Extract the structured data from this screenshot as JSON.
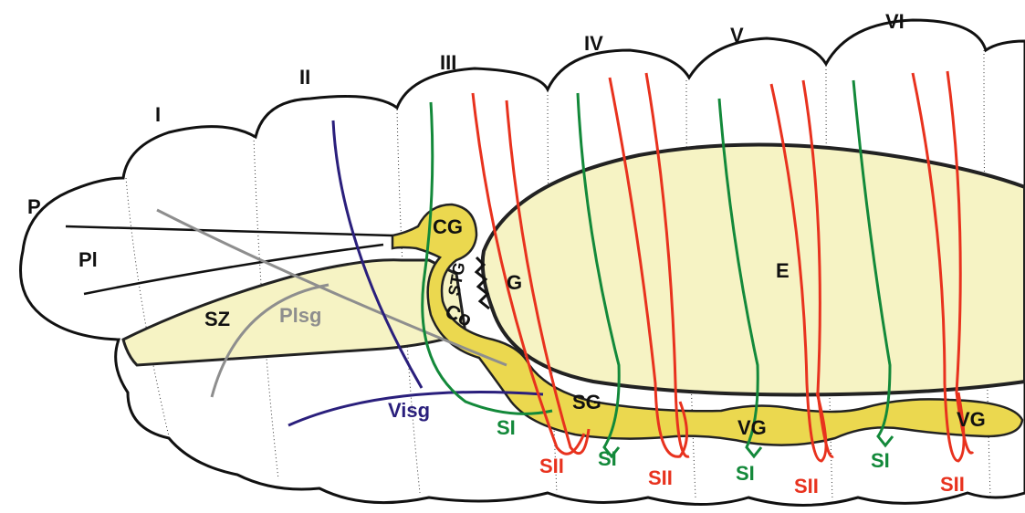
{
  "colors": {
    "outline": "#111111",
    "yolk_fill": "#f6f3c4",
    "ganglion_fill": "#ebd84f",
    "green_nerve": "#13893a",
    "red_nerve": "#e8321e",
    "blue_nerve": "#2a1f7c",
    "grey_nerve": "#8e8e8e"
  },
  "segments": [
    "I",
    "II",
    "III",
    "IV",
    "V",
    "VI"
  ],
  "structures": {
    "p": "P",
    "pl": "Pl",
    "sz": "SZ",
    "cg": "CG",
    "stg": "STG",
    "co": "Co",
    "g": "G",
    "e": "E",
    "sg": "SG",
    "vg1": "VG",
    "vg2": "VG"
  },
  "nerves": {
    "plsg": "Plsg",
    "visg": "Visg",
    "si": "SI",
    "sii": "SII"
  }
}
